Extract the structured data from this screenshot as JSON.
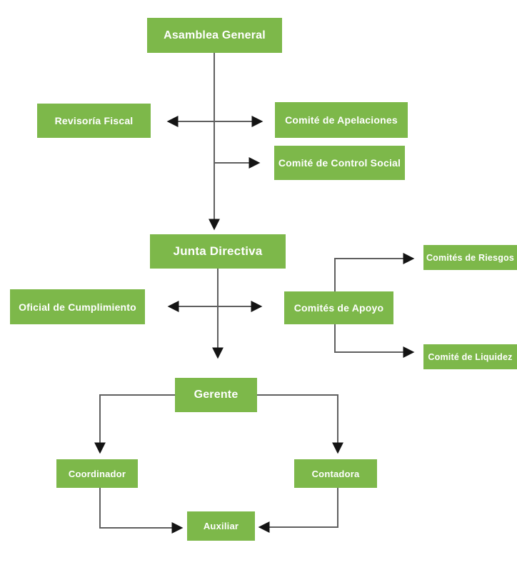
{
  "diagram": {
    "type": "org-chart",
    "language": "es",
    "nodes": {
      "asamblea": {
        "label": "Asamblea General",
        "level": 1
      },
      "revisoria": {
        "label": "Revisoría Fiscal",
        "level": 2
      },
      "apelaciones": {
        "label": "Comité de Apelaciones",
        "level": 2
      },
      "control_social": {
        "label": "Comité de Control Social",
        "level": 2
      },
      "junta": {
        "label": "Junta Directiva",
        "level": 3
      },
      "oficial": {
        "label": "Oficial de Cumplimiento",
        "level": 4
      },
      "apoyo": {
        "label": "Comités de Apoyo",
        "level": 4
      },
      "riesgos": {
        "label": "Comités de Riesgos",
        "level": 4
      },
      "liquidez": {
        "label": "Comité de Liquidez",
        "level": 4
      },
      "gerente": {
        "label": "Gerente",
        "level": 5
      },
      "coordinador": {
        "label": "Coordinador",
        "level": 6
      },
      "contadora": {
        "label": "Contadora",
        "level": 6
      },
      "auxiliar": {
        "label": "Auxiliar",
        "level": 7
      }
    },
    "edges": [
      {
        "from": "asamblea",
        "to": "junta",
        "type": "directed"
      },
      {
        "from": "revisoria",
        "to": "apelaciones",
        "type": "bidirectional"
      },
      {
        "from": "asamblea",
        "to": "control_social",
        "type": "directed"
      },
      {
        "from": "junta",
        "to": "gerente",
        "type": "directed"
      },
      {
        "from": "oficial",
        "to": "apoyo",
        "type": "bidirectional"
      },
      {
        "from": "apoyo",
        "to": "riesgos",
        "type": "directed"
      },
      {
        "from": "apoyo",
        "to": "liquidez",
        "type": "directed"
      },
      {
        "from": "gerente",
        "to": "coordinador",
        "type": "directed"
      },
      {
        "from": "gerente",
        "to": "contadora",
        "type": "directed"
      },
      {
        "from": "coordinador",
        "to": "auxiliar",
        "type": "directed"
      },
      {
        "from": "contadora",
        "to": "auxiliar",
        "type": "directed"
      }
    ]
  },
  "colors": {
    "node_bg": "#7db84a",
    "node_text": "#ffffff",
    "line": "#5f5f5f",
    "arrowhead": "#141414",
    "page_bg": "#ffffff"
  }
}
